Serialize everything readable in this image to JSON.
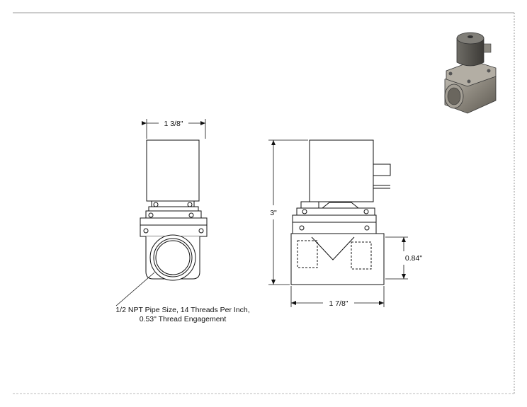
{
  "dimensions": {
    "top_width": "1 3/8\"",
    "height": "3\"",
    "port_height": "0.84\"",
    "bottom_width": "1 7/8\""
  },
  "note": {
    "line1": "1/2 NPT Pipe Size, 14 Threads Per Inch,",
    "line2": "0.53\" Thread Engagement"
  },
  "colors": {
    "line": "#111111",
    "border": "#999999",
    "body_fill": "#ffffff"
  }
}
